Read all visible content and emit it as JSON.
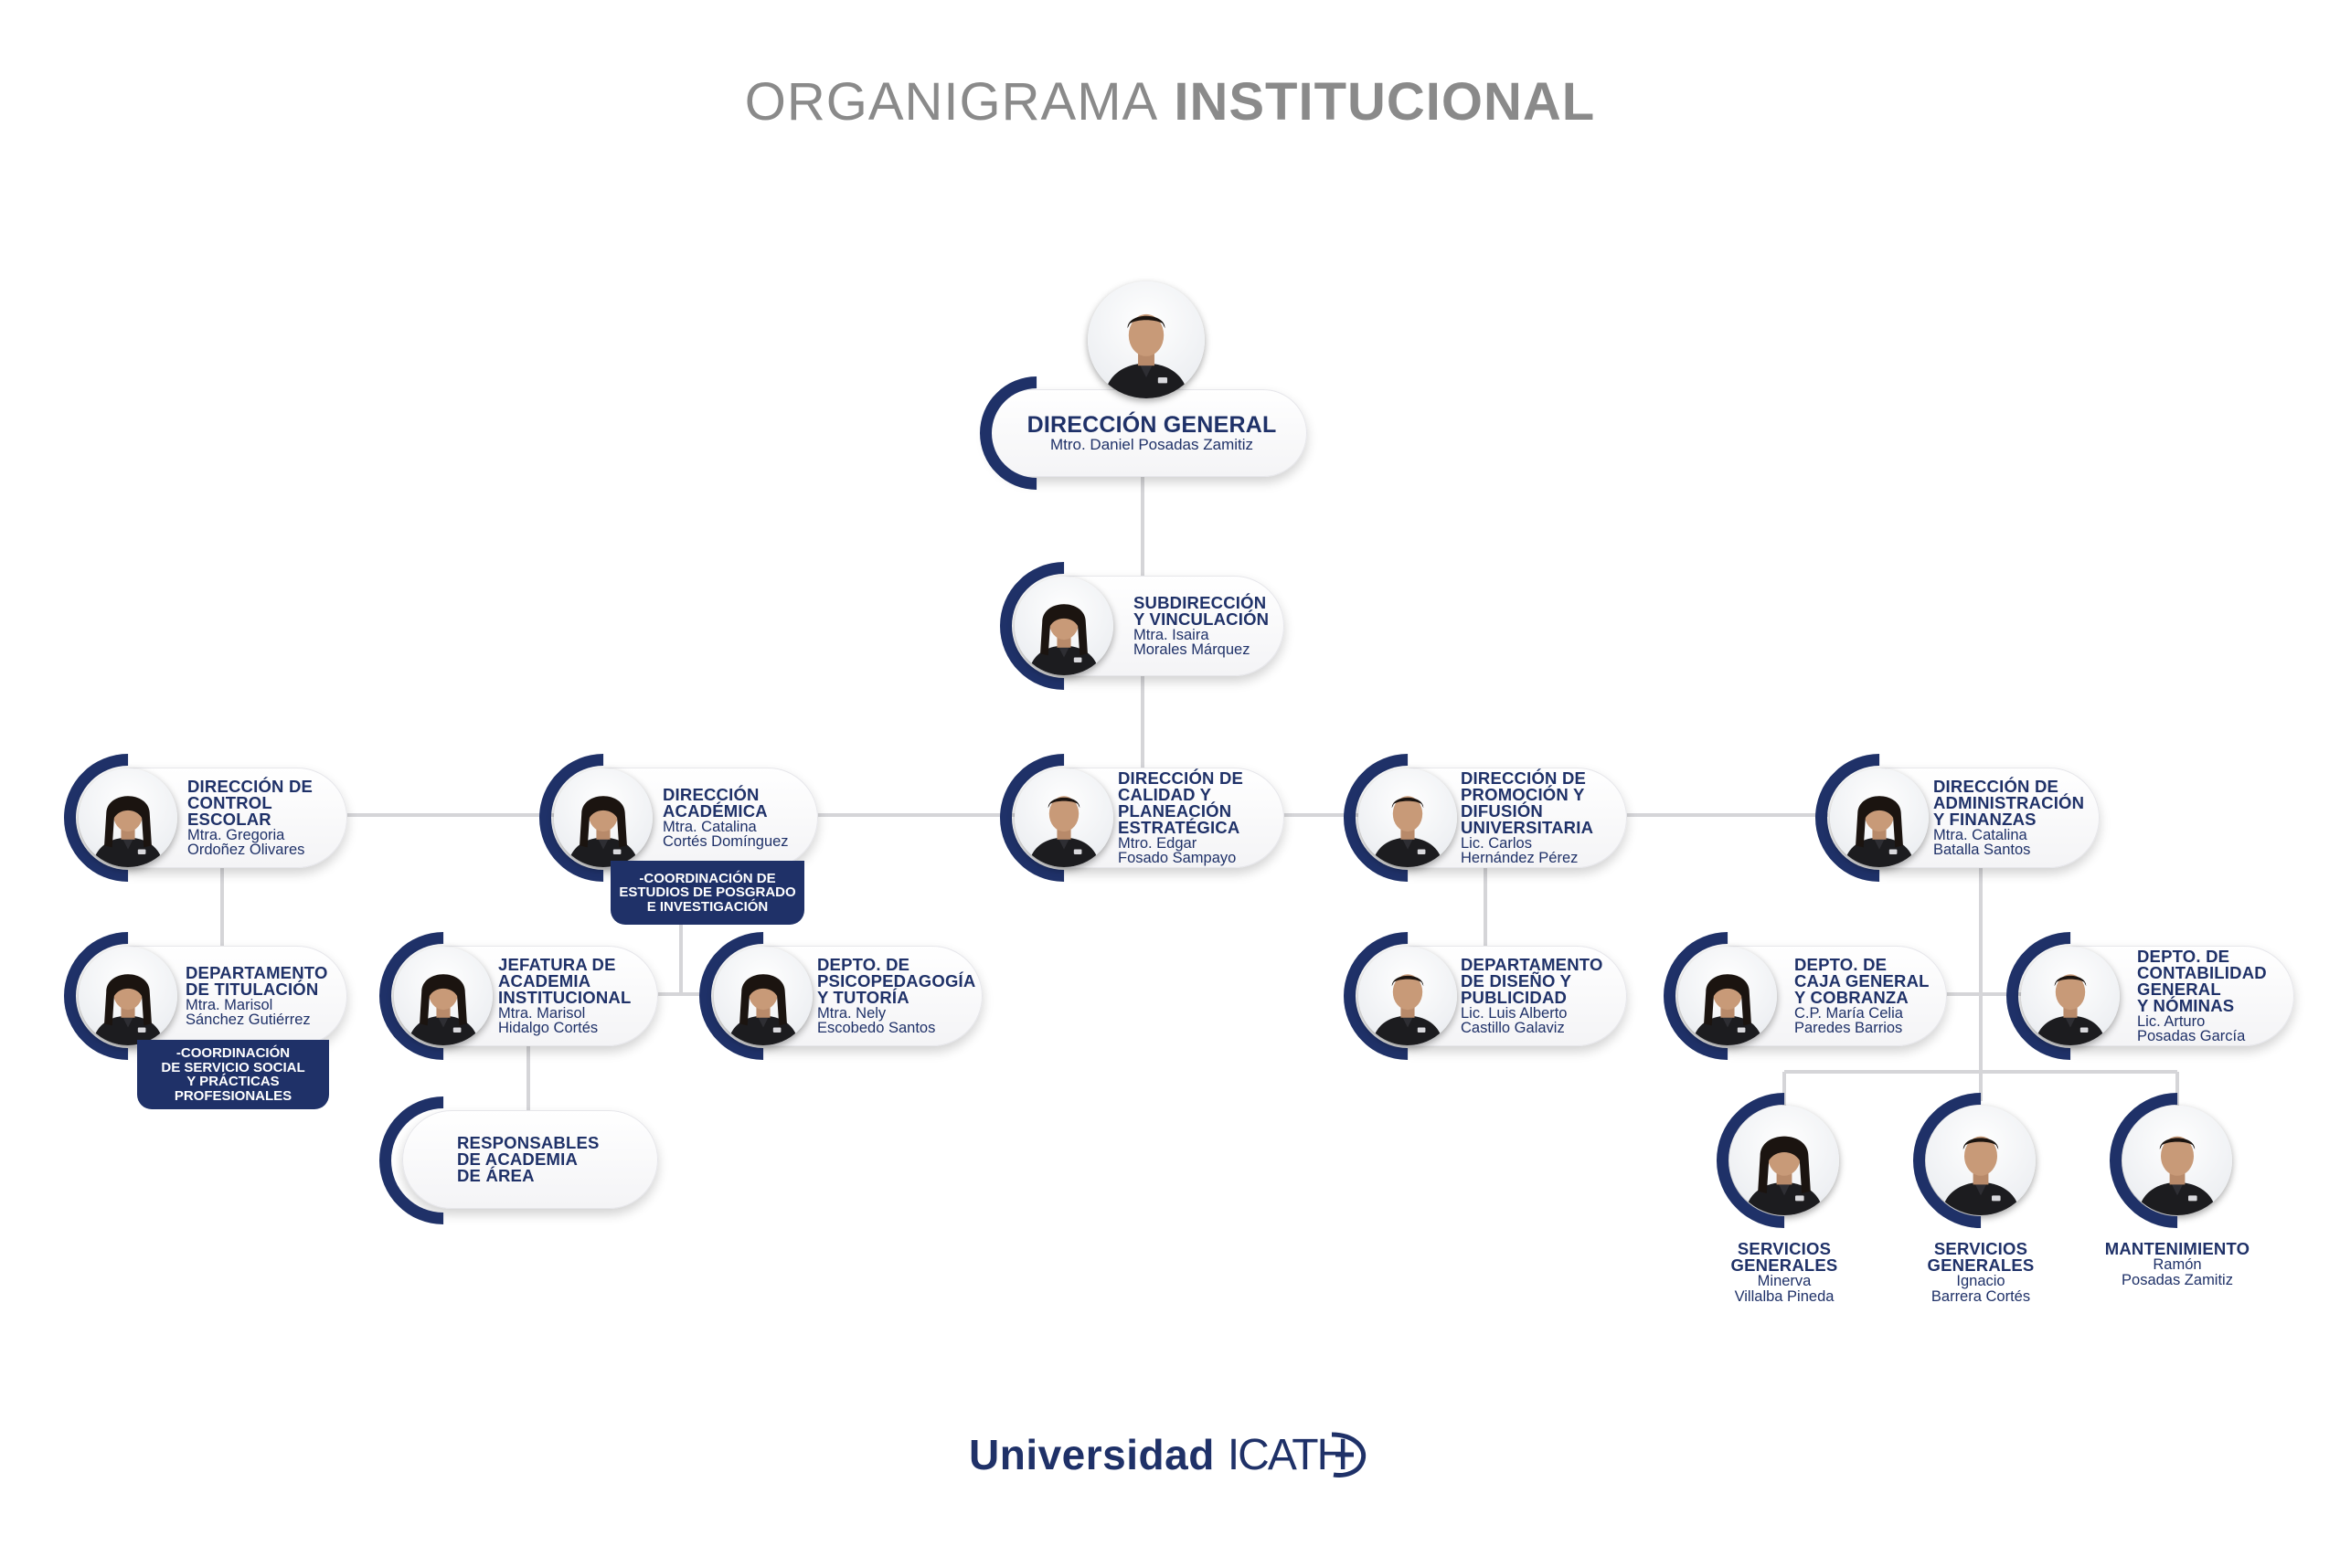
{
  "title": {
    "light": "ORGANIGRAMA",
    "bold": "INSTITUCIONAL"
  },
  "nodes": {
    "general": {
      "title": "DIRECCIÓN GENERAL",
      "name": "Mtro. Daniel Posadas Zamitiz",
      "gender": "m"
    },
    "subdireccion": {
      "title": "SUBDIRECCIÓN\nY VINCULACIÓN",
      "name": "Mtra. Isaira\nMorales Márquez",
      "gender": "f"
    },
    "control": {
      "title": "DIRECCIÓN DE\nCONTROL\nESCOLAR",
      "name": "Mtra. Gregoria\nOrdoñez Olivares",
      "gender": "f"
    },
    "academica": {
      "title": "DIRECCIÓN\nACADÉMICA",
      "name": "Mtra. Catalina\nCortés Domínguez",
      "gender": "f"
    },
    "calidad": {
      "title": "DIRECCIÓN DE\nCALIDAD Y\nPLANEACIÓN\nESTRATÉGICA",
      "name": "Mtro. Edgar\nFosado Sampayo",
      "gender": "m"
    },
    "promocion": {
      "title": "DIRECCIÓN DE\nPROMOCIÓN Y\nDIFUSIÓN\nUNIVERSITARIA",
      "name": "Lic. Carlos\nHernández Pérez",
      "gender": "m"
    },
    "admin": {
      "title": "DIRECCIÓN DE\nADMINISTRACIÓN\nY FINANZAS",
      "name": "Mtra. Catalina\nBatalla Santos",
      "gender": "f"
    },
    "titulacion": {
      "title": "DEPARTAMENTO\nDE TITULACIÓN",
      "name": "Mtra. Marisol\nSánchez Gutiérrez",
      "gender": "f"
    },
    "jefatura": {
      "title": "JEFATURA DE\nACADEMIA\nINSTITUCIONAL",
      "name": "Mtra. Marisol\nHidalgo Cortés",
      "gender": "f"
    },
    "psico": {
      "title": "DEPTO. DE\nPSICOPEDAGOGÍA\nY TUTORÍA",
      "name": "Mtra. Nely\nEscobedo Santos",
      "gender": "f"
    },
    "diseno": {
      "title": "DEPARTAMENTO\nDE DISEÑO Y\nPUBLICIDAD",
      "name": "Lic. Luis Alberto\nCastillo Galaviz",
      "gender": "m"
    },
    "caja": {
      "title": "DEPTO. DE\nCAJA GENERAL\nY COBRANZA",
      "name": "C.P. María Celia\nParedes Barrios",
      "gender": "f"
    },
    "contabilidad": {
      "title": "DEPTO. DE\nCONTABILIDAD\nGENERAL\nY NÓMINAS",
      "name": "Lic. Arturo\nPosadas García",
      "gender": "m"
    },
    "responsables": {
      "title": "RESPONSABLES\nDE ACADEMIA\nDE ÁREA"
    },
    "serv1": {
      "title": "SERVICIOS\nGENERALES",
      "name": "Minerva\nVillalba Pineda",
      "gender": "f"
    },
    "serv2": {
      "title": "SERVICIOS\nGENERALES",
      "name": "Ignacio\nBarrera Cortés",
      "gender": "m"
    },
    "mant": {
      "title": "MANTENIMIENTO",
      "name": "Ramón\nPosadas Zamitiz",
      "gender": "m"
    }
  },
  "badges": {
    "posgrado": "-COORDINACIÓN DE\nESTUDIOS DE POSGRADO\nE INVESTIGACIÓN",
    "servicio": "-COORDINACIÓN\nDE SERVICIO SOCIAL\nY PRÁCTICAS\nPROFESIONALES"
  },
  "logo": {
    "word": "Universidad",
    "mark": "ICATH"
  },
  "colors": {
    "navy": "#1f3168",
    "title_gray": "#8a8a8a",
    "connector": "#d5d5d8"
  }
}
